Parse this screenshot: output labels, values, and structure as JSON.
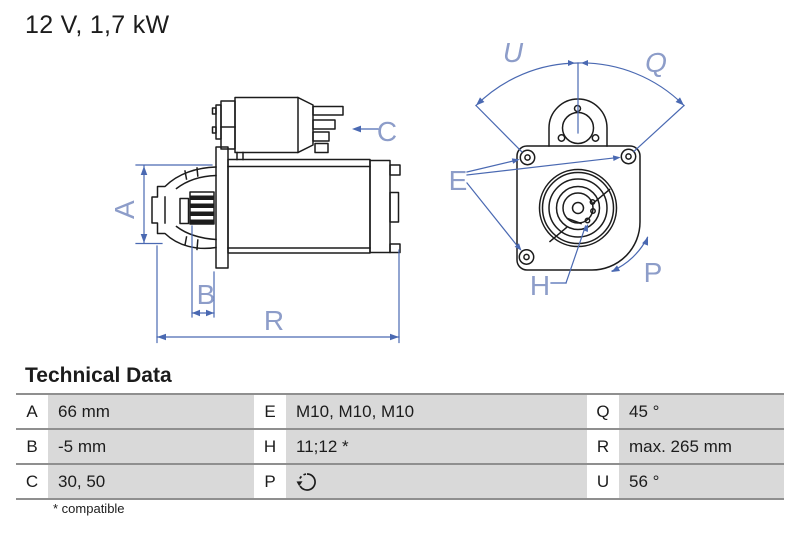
{
  "page_title": "12 V, 1,7 kW",
  "drawing": {
    "line_color": "#1c1c1c",
    "dimension_line_color": "#4a69b2",
    "dimension_label_color": "#8d9dc9",
    "labels": {
      "A": "A",
      "B": "B",
      "C": "C",
      "R": "R",
      "U": "U",
      "Q": "Q",
      "E": "E",
      "H": "H",
      "P": "P"
    }
  },
  "table": {
    "heading": "Technical Data",
    "footnote": "* compatible",
    "p_icon": "rotation-ccw-icon",
    "rows": [
      {
        "k0": "A",
        "v0": "66 mm",
        "k1": "E",
        "v1": "M10, M10, M10",
        "k2": "Q",
        "v2": "45 °"
      },
      {
        "k0": "B",
        "v0": "-5 mm",
        "k1": "H",
        "v1": "11;12 *",
        "k2": "R",
        "v2": "max. 265 mm"
      },
      {
        "k0": "C",
        "v0": "30, 50",
        "k1": "P",
        "v1": "",
        "k2": "U",
        "v2": "56 °"
      }
    ]
  }
}
